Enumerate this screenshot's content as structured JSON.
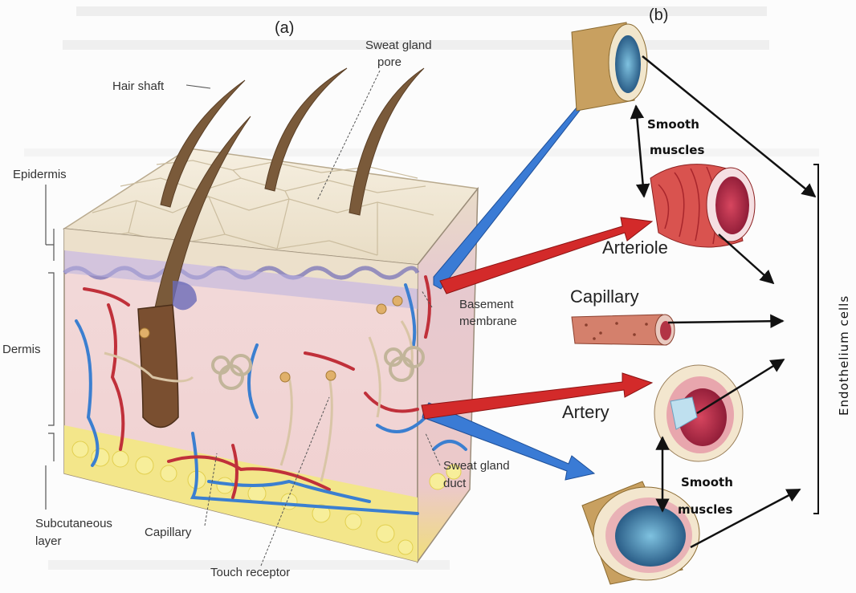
{
  "panels": {
    "a": "(a)",
    "b": "(b)"
  },
  "skin_labels": {
    "hair_shaft": "Hair shaft",
    "sweat_gland_pore": [
      "Sweat gland",
      "pore"
    ],
    "epidermis": "Epidermis",
    "dermis": "Dermis",
    "subcutaneous": [
      "Subcutaneous",
      "layer"
    ],
    "capillary": "Capillary",
    "touch_receptor": "Touch receptor",
    "basement_membrane": [
      "Basement",
      "membrane"
    ],
    "sweat_gland_duct": [
      "Sweat gland",
      "duct"
    ]
  },
  "vessel_labels": {
    "smooth_muscles_top": [
      "Smooth",
      "muscles"
    ],
    "arteriole": "Arteriole",
    "capillary": "Capillary",
    "artery": "Artery",
    "smooth_muscles_bottom": [
      "Smooth",
      "muscles"
    ],
    "endothelium": "Endothelium cells"
  },
  "colors": {
    "blue_arrow": "#3a7bd5",
    "red_arrow": "#d32a2a",
    "black_arrow": "#111111",
    "epidermis": "#efe6d4",
    "dermis": "#f3d8d8",
    "fat": "#f2e15c"
  }
}
